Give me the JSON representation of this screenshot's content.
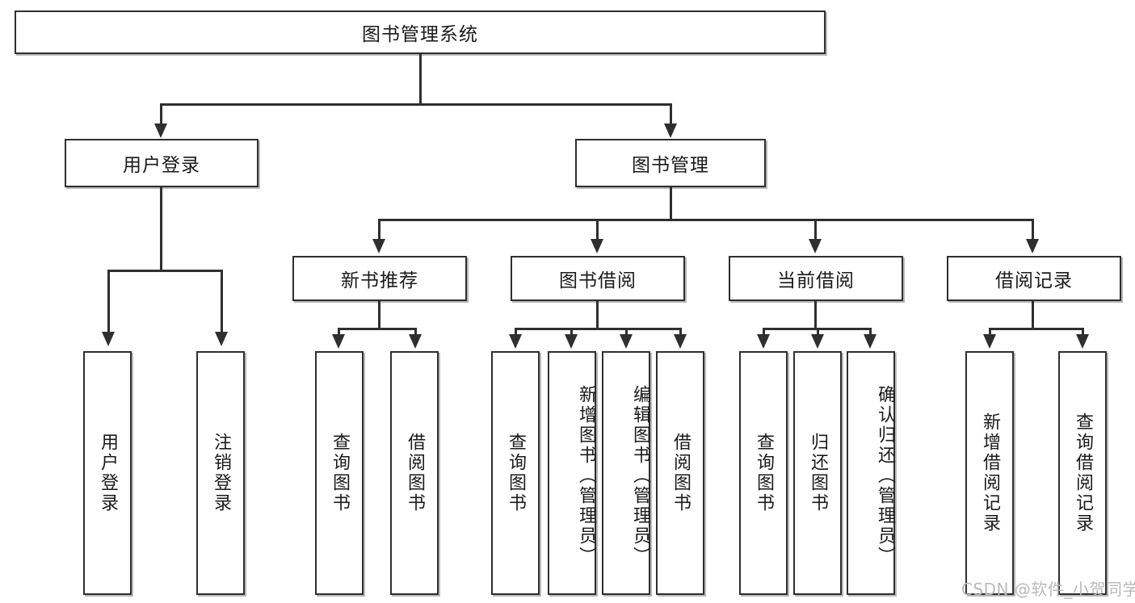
{
  "diagram": {
    "type": "tree-hierarchy",
    "title": "图书管理系统",
    "root": {
      "label": "图书管理系统",
      "id": "root"
    },
    "level2": [
      {
        "id": "user-login",
        "label": "用户登录"
      },
      {
        "id": "book-management",
        "label": "图书管理"
      }
    ],
    "level3": [
      {
        "id": "new-book-recommend",
        "label": "新书推荐",
        "parent": "book-management"
      },
      {
        "id": "book-borrow",
        "label": "图书借阅",
        "parent": "book-management"
      },
      {
        "id": "current-borrow",
        "label": "当前借阅",
        "parent": "book-management"
      },
      {
        "id": "borrow-record",
        "label": "借阅记录",
        "parent": "book-management"
      }
    ],
    "leaves": {
      "user_login": [
        {
          "id": "leaf-user-login",
          "label": "用户登录"
        },
        {
          "id": "leaf-logout",
          "label": "注销登录"
        }
      ],
      "new_book_recommend": [
        {
          "id": "leaf-query-book-1",
          "label": "查询图书"
        },
        {
          "id": "leaf-borrow-book-1",
          "label": "借阅图书"
        }
      ],
      "book_borrow": [
        {
          "id": "leaf-query-book-2",
          "label": "查询图书"
        },
        {
          "id": "leaf-add-book",
          "label": "新增图书（管理员）"
        },
        {
          "id": "leaf-edit-book",
          "label": "编辑图书（管理员）"
        },
        {
          "id": "leaf-borrow-book-2",
          "label": "借阅图书"
        }
      ],
      "current_borrow": [
        {
          "id": "leaf-query-book-3",
          "label": "查询图书"
        },
        {
          "id": "leaf-return-book",
          "label": "归还图书"
        },
        {
          "id": "leaf-confirm-return",
          "label": "确认归还（管理员）"
        }
      ],
      "borrow_record": [
        {
          "id": "leaf-add-record",
          "label": "新增借阅记录"
        },
        {
          "id": "leaf-query-record",
          "label": "查询借阅记录"
        }
      ]
    }
  },
  "watermark": {
    "text": "CSDN @软件_小贺同学"
  },
  "colors": {
    "stroke": "#2f2f2f",
    "background": "#ffffff",
    "text": "#1a1a1a",
    "watermark": "#b9b9b9"
  }
}
